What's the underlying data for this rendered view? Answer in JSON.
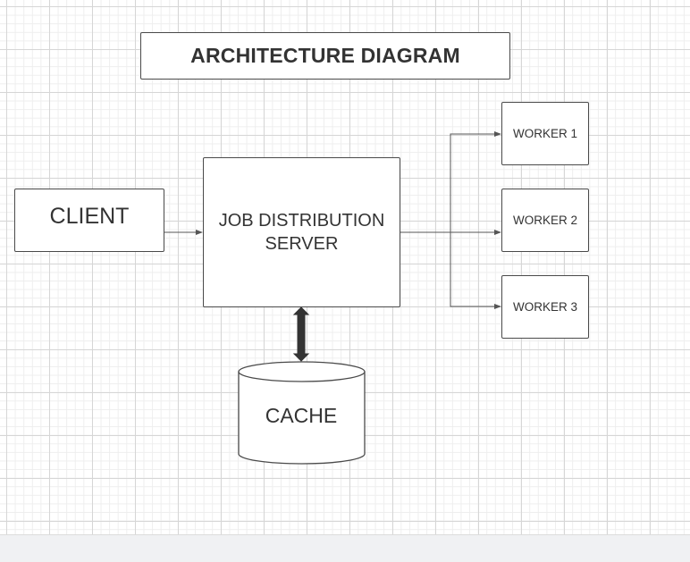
{
  "title": "ARCHITECTURE DIAGRAM",
  "nodes": {
    "client": "CLIENT",
    "server": "JOB DISTRIBUTION SERVER",
    "workers": [
      "WORKER 1",
      "WORKER 2",
      "WORKER 3"
    ],
    "cache": "CACHE"
  },
  "colors": {
    "stroke": "#4a4a4a",
    "thick_arrow": "#333333",
    "text": "#333333"
  }
}
